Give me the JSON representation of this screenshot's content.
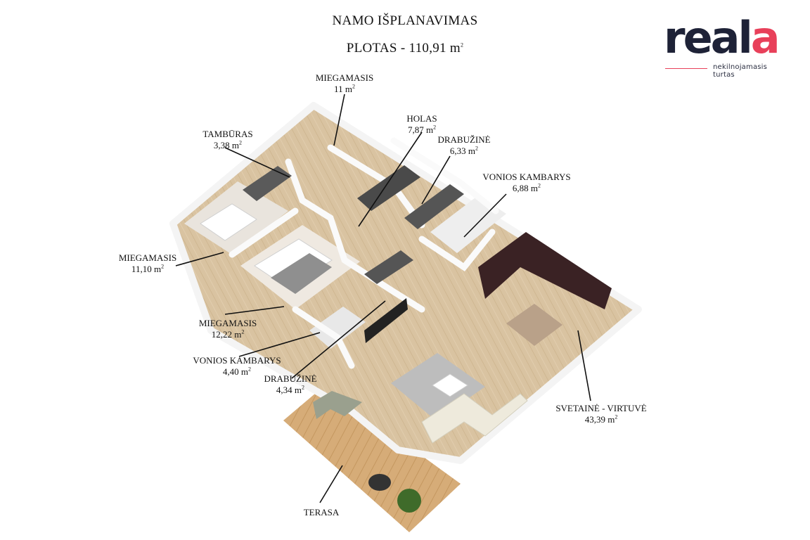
{
  "header": {
    "title": "NAMO IŠPLANAVIMAS",
    "area_prefix": "PLOTAS - 110,91 m",
    "area_sup": "2"
  },
  "brand": {
    "wordmark_main": "real",
    "wordmark_accent": "a",
    "tagline": "nekilnojamasis turtas",
    "color_dark": "#1e2237",
    "color_accent": "#e8405a"
  },
  "rooms": [
    {
      "name": "MIEGAMASIS",
      "area": "11 m"
    },
    {
      "name": "HOLAS",
      "area": "7,87 m"
    },
    {
      "name": "DRABUŽINĖ",
      "area": "6,33 m"
    },
    {
      "name": "TAMBŪRAS",
      "area": "3,38 m"
    },
    {
      "name": "VONIOS KAMBARYS",
      "area": "6,88 m"
    },
    {
      "name": "MIEGAMASIS",
      "area": "11,10 m"
    },
    {
      "name": "MIEGAMASIS",
      "area": "12,22 m"
    },
    {
      "name": "VONIOS KAMBARYS",
      "area": "4,40 m"
    },
    {
      "name": "DRABUŽINĖ",
      "area": "4,34 m"
    },
    {
      "name": "SVETAINĖ - VIRTUVĖ",
      "area": "43,39 m"
    },
    {
      "name": "TERASA",
      "area": ""
    }
  ],
  "unit_sup": "2"
}
